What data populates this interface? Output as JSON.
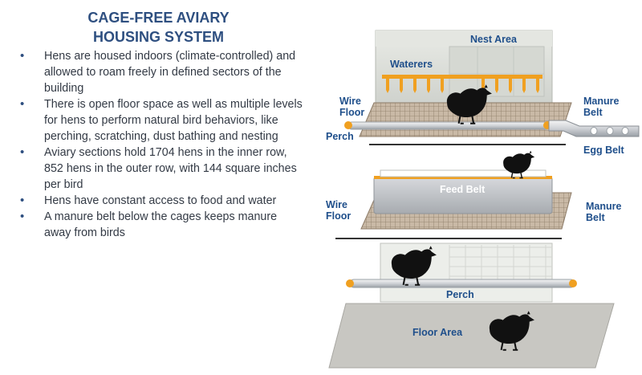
{
  "title": {
    "line1": "CAGE-FREE AVIARY",
    "line2": "HOUSING SYSTEM"
  },
  "bullets": [
    "Hens are housed indoors (climate-controlled) and allowed to roam freely in defined sectors of the building",
    "There is open floor space as well as multiple levels for hens to perform natural bird behaviors, like perching, scratching, dust bathing and nesting",
    "Aviary sections hold 1704 hens in the inner row, 852 hens in the outer row, with 144 square inches per bird",
    "Hens have constant access to food and water",
    "A manure belt below the cages keeps manure away from birds"
  ],
  "diagram": {
    "nest_area": "Nest Area",
    "waterers": "Waterers",
    "wire_floor_top": [
      "Wire",
      "Floor"
    ],
    "manure_belt_top": [
      "Manure",
      "Belt"
    ],
    "perch_top": "Perch",
    "egg_belt": "Egg Belt",
    "feed_belt": "Feed Belt",
    "wire_floor_mid": [
      "Wire",
      "Floor"
    ],
    "manure_belt_mid": [
      "Manure",
      "Belt"
    ],
    "perch_bottom": "Perch",
    "floor_area": "Floor Area"
  },
  "colors": {
    "title": "#2e4f80",
    "labels": "#1f4f8b",
    "waterer": "#f0a020",
    "perch_end": "#f0a020",
    "hen": "#111111"
  }
}
